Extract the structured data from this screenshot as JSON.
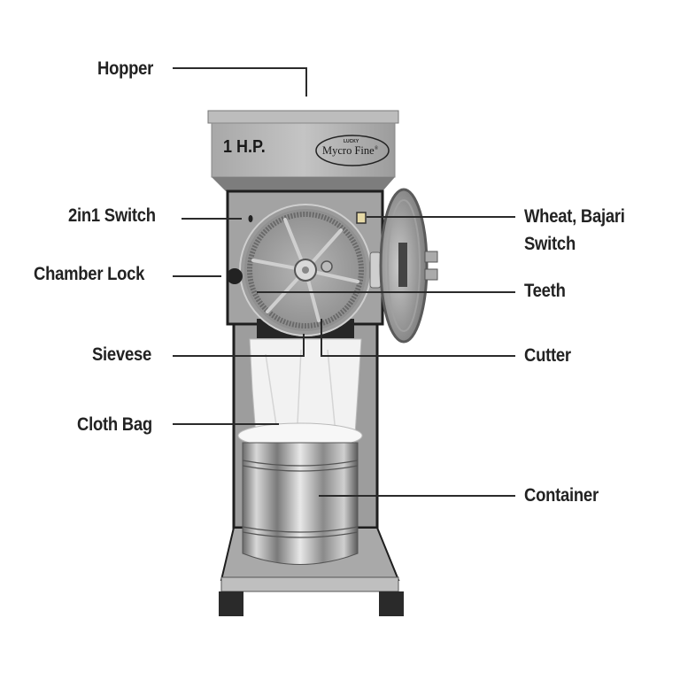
{
  "diagram": {
    "subject": "Flour mill machine (atta chakki) labeled parts",
    "machine_text": {
      "power_rating": "1 H.P.",
      "brand_small": "LUCKY",
      "brand_name": "Mycro Fine",
      "registered_mark": "®"
    },
    "labels_left": [
      {
        "id": "hopper",
        "text": "Hopper"
      },
      {
        "id": "switch-2in1",
        "text": "2in1 Switch"
      },
      {
        "id": "chamber-lock",
        "text": "Chamber Lock"
      },
      {
        "id": "sievese",
        "text": "Sievese"
      },
      {
        "id": "cloth-bag",
        "text": "Cloth Bag"
      }
    ],
    "labels_right": [
      {
        "id": "wheat-bajari-switch",
        "text_line1": "Wheat, Bajari",
        "text_line2": "Switch"
      },
      {
        "id": "teeth",
        "text": "Teeth"
      },
      {
        "id": "cutter",
        "text": "Cutter"
      },
      {
        "id": "container",
        "text": "Container"
      }
    ],
    "colors": {
      "background": "#ffffff",
      "text": "#222222",
      "leader_line": "#2b2b2b",
      "body_grey": "#9a9a9a",
      "frame_dark": "#1e1e1e"
    }
  }
}
